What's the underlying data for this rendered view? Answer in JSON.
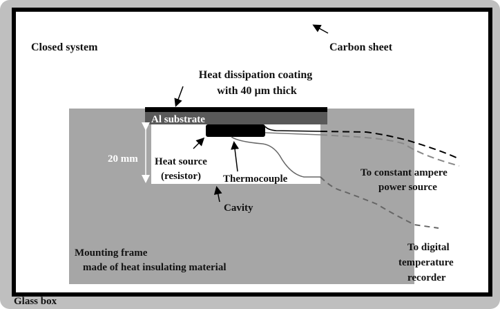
{
  "labels": {
    "closed_system": "Closed system",
    "carbon_sheet": "Carbon sheet",
    "coating_line1": "Heat dissipation coating",
    "coating_line2": "with 40 µm thick",
    "al_substrate": "Al substrate",
    "dimension": "20 mm",
    "heat_source_line1": "Heat source",
    "heat_source_line2": "(resistor)",
    "thermocouple": "Thermocouple",
    "cavity": "Cavity",
    "power_line1": "To constant ampere",
    "power_line2": "power source",
    "recorder_line1": "To digital",
    "recorder_line2": "temperature",
    "recorder_line3": "recorder",
    "frame_line1": "Mounting frame",
    "frame_line2": "made of heat insulating material",
    "glass_box": "Glass box"
  },
  "colors": {
    "glass": "#bfbfbf",
    "frame": "#a6a6a6",
    "substrate": "#595959",
    "carbon": "#000000"
  }
}
